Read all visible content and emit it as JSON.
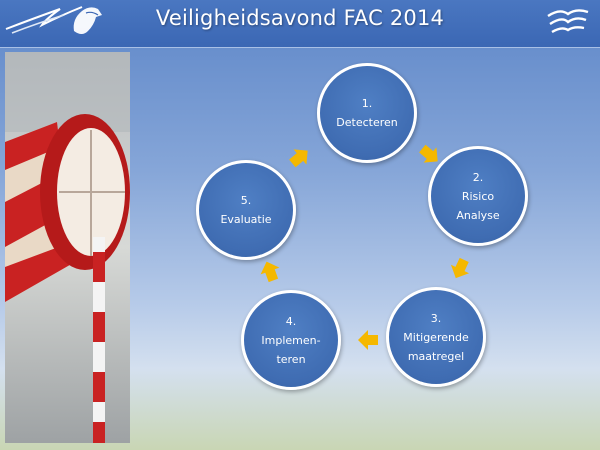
{
  "slide": {
    "title": "Veiligheidsavond  FAC 2014",
    "colors": {
      "header": "#3b67b4",
      "node": "#3f6cb2",
      "arrow": "#f5b800",
      "windsock": "#d21e1e"
    }
  },
  "cycle": [
    {
      "number": "1.",
      "lines": [
        "Detecteren"
      ]
    },
    {
      "number": "2.",
      "lines": [
        "Risico",
        "Analyse"
      ]
    },
    {
      "number": "3.",
      "lines": [
        "Mitigerende",
        "maatregel"
      ]
    },
    {
      "number": "4.",
      "lines": [
        "Implemen-",
        "teren"
      ]
    },
    {
      "number": "5.",
      "lines": [
        "Evaluatie"
      ]
    }
  ],
  "icons": {
    "left_logo": "pegasus-logo-icon",
    "right_logo": "bird-wings-logo-icon",
    "arrow": "chevron-arrow-icon",
    "photo": "windsock-photo"
  }
}
